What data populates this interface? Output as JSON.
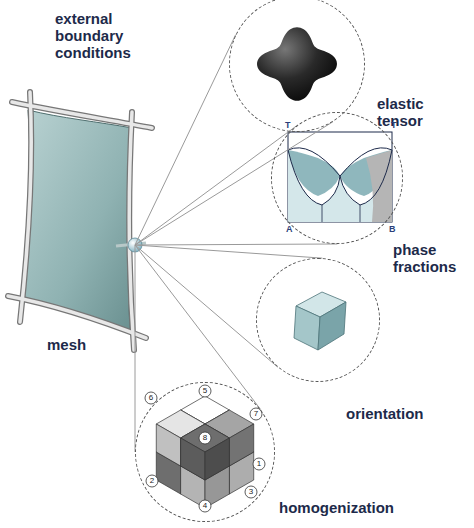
{
  "diagram": {
    "nodes": [
      {
        "text": [
          "mesh"
        ]
      },
      {
        "text": [
          "elastic tensor"
        ]
      },
      {
        "text": [
          "phase fractions"
        ]
      },
      {
        "text": [
          "orientation"
        ]
      },
      {
        "text": [
          "homogenization"
        ]
      }
    ],
    "edges": [
      {
        "from": 0,
        "to": 1,
        "arrow": "none"
      },
      {
        "from": 0,
        "to": 2,
        "arrow": "none"
      },
      {
        "from": 0,
        "to": 3,
        "arrow": "none"
      },
      {
        "from": 0,
        "to": 4,
        "arrow": "none"
      }
    ],
    "labels": [
      "external boundary conditions",
      "T",
      "T",
      "A",
      "B",
      "6",
      "5",
      "7",
      "8",
      "1",
      "2",
      "3",
      "4"
    ]
  }
}
